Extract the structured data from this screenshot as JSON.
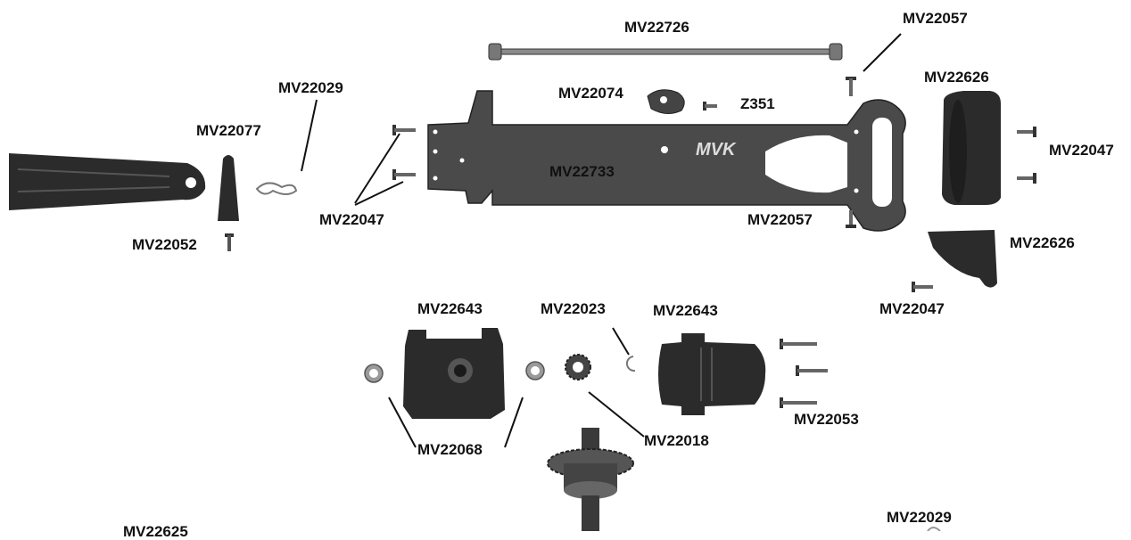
{
  "colors": {
    "ink": "#111111",
    "part_dark": "#2b2b2b",
    "part_mid": "#555555",
    "part_light": "#9a9a9a",
    "background": "#ffffff"
  },
  "chassis_logo": "MVK",
  "labels": {
    "mv22726": "MV22726",
    "mv22057_top": "MV22057",
    "mv22029_top": "MV22029",
    "mv22074": "MV22074",
    "z351": "Z351",
    "mv22626_top": "MV22626",
    "mv22077": "MV22077",
    "mv22047_right": "MV22047",
    "mv22733": "MV22733",
    "mv22047_left": "MV22047",
    "mv22057_bottom": "MV22057",
    "mv22052": "MV22052",
    "mv22626_bottom": "MV22626",
    "mv22047_bottom": "MV22047",
    "mv22643_left": "MV22643",
    "mv22023": "MV22023",
    "mv22643_right": "MV22643",
    "mv22053": "MV22053",
    "mv22018": "MV22018",
    "mv22068": "MV22068",
    "mv22029_bottom": "MV22029",
    "mv22625_cut": "MV22625"
  }
}
